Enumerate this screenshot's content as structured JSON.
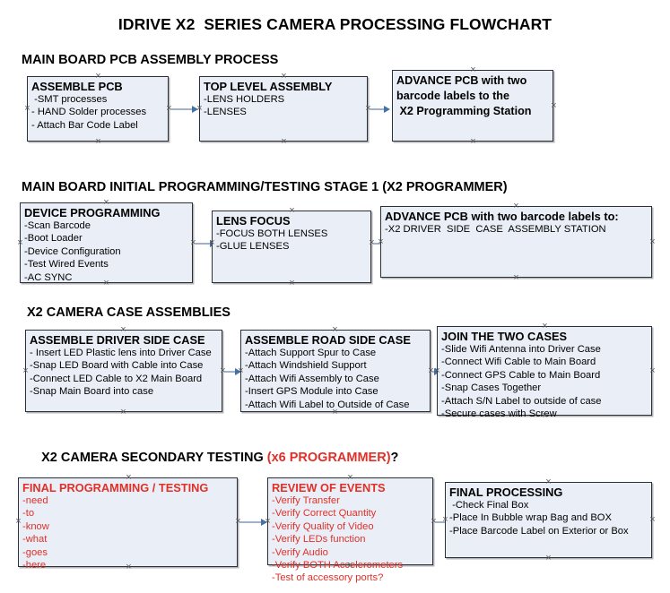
{
  "document": {
    "title": "IDRIVE X2  SERIES CAMERA PROCESSING FLOWCHART",
    "colors": {
      "box_fill": "#eaeff7",
      "box_border": "#2b2f36",
      "accent_red": "#e03028",
      "connector_blue": "#4472a8",
      "connector_line": "#9fb2c8",
      "text_black": "#000000"
    }
  },
  "sections": [
    {
      "heading": "MAIN BOARD PCB ASSEMBLY PROCESS",
      "heading_red": "",
      "heading_suffix": "",
      "boxes": [
        {
          "title": "ASSEMBLE PCB",
          "lines": [
            " -SMT processes",
            "- HAND Solder processes",
            "- Attach Bar Code Label"
          ]
        },
        {
          "title": "TOP LEVEL ASSEMBLY",
          "lines": [
            "-LENS HOLDERS",
            "-LENSES"
          ]
        },
        {
          "title": "",
          "lines": [
            "ADVANCE PCB with two",
            "barcode labels to the",
            " X2 Programming Station"
          ]
        }
      ]
    },
    {
      "heading": "MAIN BOARD INITIAL PROGRAMMING/TESTING STAGE 1 (X2 PROGRAMMER)",
      "heading_red": "",
      "heading_suffix": "",
      "boxes": [
        {
          "title": "DEVICE PROGRAMMING",
          "lines": [
            "-Scan Barcode",
            "-Boot Loader",
            "-Device Configuration",
            "-Test Wired Events",
            "-AC SYNC"
          ]
        },
        {
          "title": "LENS FOCUS",
          "lines": [
            "-FOCUS BOTH LENSES",
            "-GLUE LENSES"
          ]
        },
        {
          "title": "ADVANCE PCB with two barcode labels to:",
          "lines": [
            "-X2 DRIVER  SIDE  CASE  ASSEMBLY STATION"
          ]
        }
      ]
    },
    {
      "heading": "X2 CAMERA CASE ASSEMBLIES",
      "heading_red": "",
      "heading_suffix": "",
      "boxes": [
        {
          "title": "ASSEMBLE DRIVER SIDE CASE",
          "lines": [
            "- Insert LED Plastic lens into Driver Case",
            "-Snap LED Board with Cable into Case",
            "-Connect LED Cable to X2 Main Board",
            "-Snap Main Board into case"
          ]
        },
        {
          "title": "ASSEMBLE ROAD SIDE CASE",
          "lines": [
            "-Attach Support Spur to Case",
            "-Attach Windshield Support",
            "-Attach Wifi Assembly to Case",
            "-Insert GPS Module into Case",
            "-Attach Wifi Label to Outside of Case"
          ]
        },
        {
          "title": "JOIN THE TWO CASES",
          "lines": [
            "-Slide Wifi Antenna into Driver Case",
            "-Connect Wifi Cable to Main Board",
            "-Connect GPS Cable to Main Board",
            "-Snap Cases Together",
            "-Attach S/N Label to outside of case",
            "-Secure cases with Screw"
          ]
        }
      ]
    },
    {
      "heading": "X2 CAMERA SECONDARY TESTING ",
      "heading_red": "(x6 PROGRAMMER)",
      "heading_suffix": "?",
      "boxes": [
        {
          "title": "FINAL PROGRAMMING / TESTING",
          "lines": [
            "-need",
            "-to",
            "-know",
            "-what",
            "-goes",
            "-here"
          ]
        },
        {
          "title": "REVIEW OF EVENTS",
          "lines": [
            "-Verify Transfer",
            "-Verify Correct Quantity",
            "-Verify Quality of Video",
            "-Verify LEDs function",
            "-Verify Audio",
            "-Verify BOTH Accelerometers",
            "-Test of accessory ports?"
          ]
        },
        {
          "title": "FINAL PROCESSING",
          "lines": [
            " -Check Final Box",
            "-Place In Bubble wrap Bag and BOX",
            "-Place Barcode Label on Exterior or Box"
          ]
        }
      ]
    }
  ]
}
